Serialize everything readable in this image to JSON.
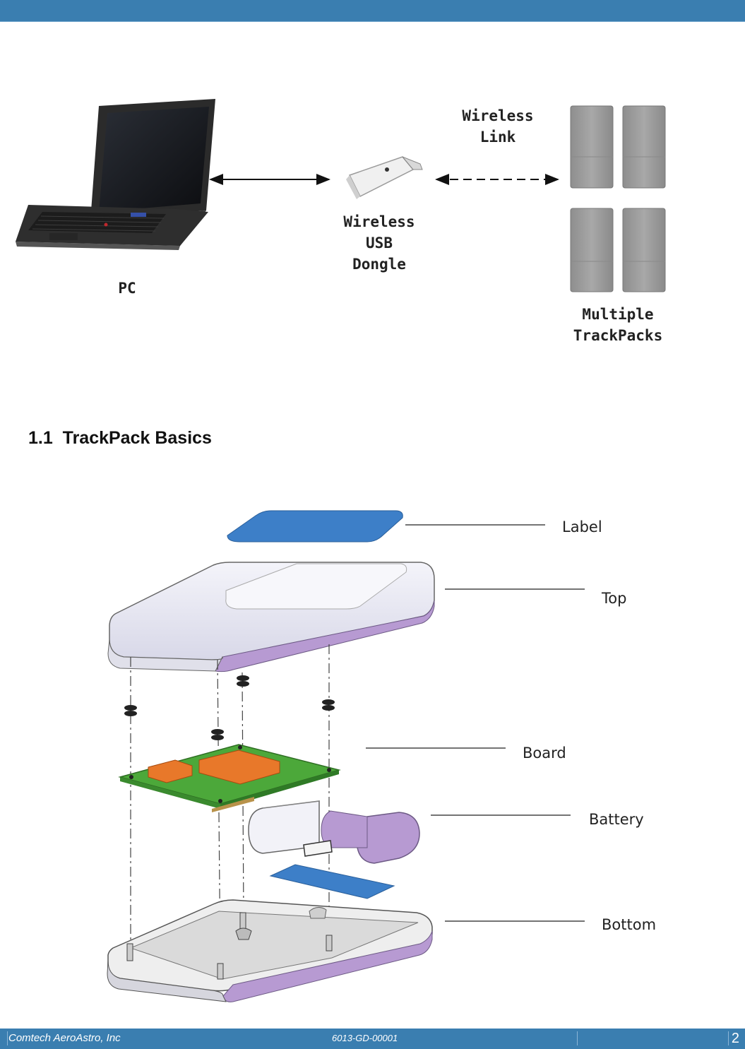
{
  "system_diagram": {
    "pc_label": "PC",
    "dongle_label_lines": [
      "Wireless",
      "USB",
      "Dongle"
    ],
    "link_label_lines": [
      "Wireless",
      "Link"
    ],
    "trackpacks_label_lines": [
      "Multiple",
      "TrackPacks"
    ]
  },
  "section": {
    "number": "1.1",
    "title": "TrackPack Basics"
  },
  "exploded_view": {
    "labels": {
      "label": "Label",
      "top": "Top",
      "board": "Board",
      "battery": "Battery",
      "bottom": "Bottom"
    }
  },
  "footer": {
    "company": "Comtech AeroAstro, Inc",
    "doc_number": "6013-GD-00001",
    "page_number": "2"
  },
  "colors": {
    "bar": "#3a7eb0",
    "label_blue": "#3d7fc8",
    "board_green": "#4ca83a",
    "chip_orange": "#e8782a",
    "case_purple": "#b79ad2"
  }
}
